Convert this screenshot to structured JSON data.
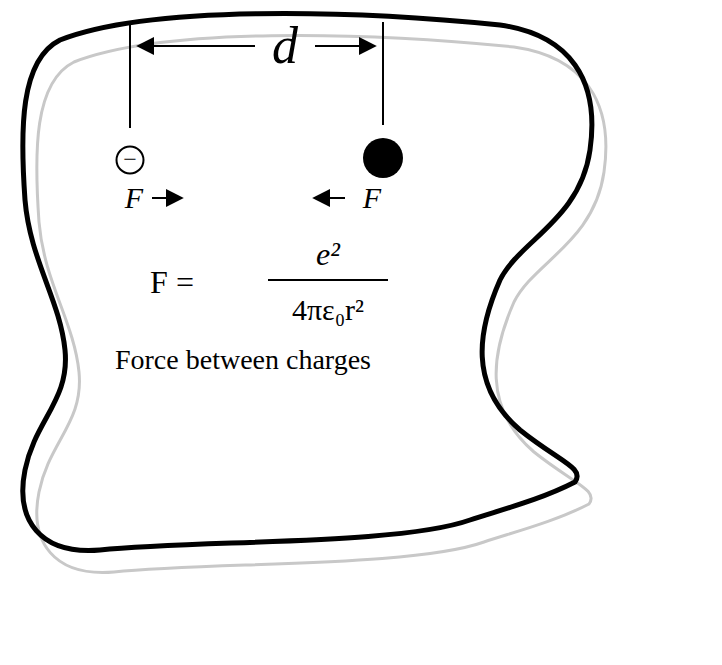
{
  "diagram": {
    "nodes": [
      {
        "text": [
          "d",
          "F",
          "F",
          "F =",
          "e²",
          "4πε₀r²",
          "Force between charges"
        ]
      },
      {
        "text": [
          "−"
        ],
        "in": 0
      }
    ]
  }
}
